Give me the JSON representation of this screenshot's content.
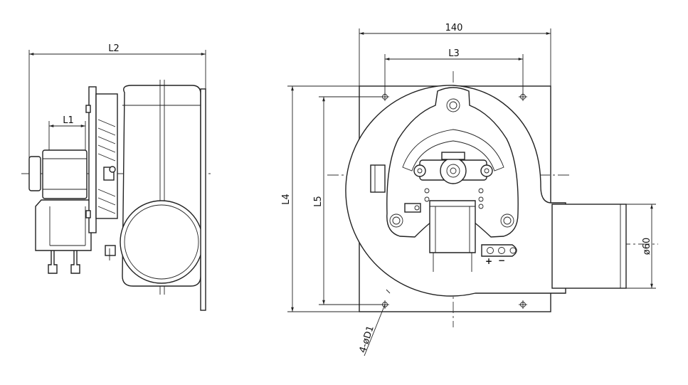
{
  "drawing": {
    "labels": {
      "l2": "L2",
      "l1": "L1",
      "w140": "140",
      "l3": "L3",
      "l4": "L4",
      "l5": "L5",
      "d60": "ø60",
      "holes": "4-øD1",
      "plus": "+",
      "minus": "−"
    }
  }
}
